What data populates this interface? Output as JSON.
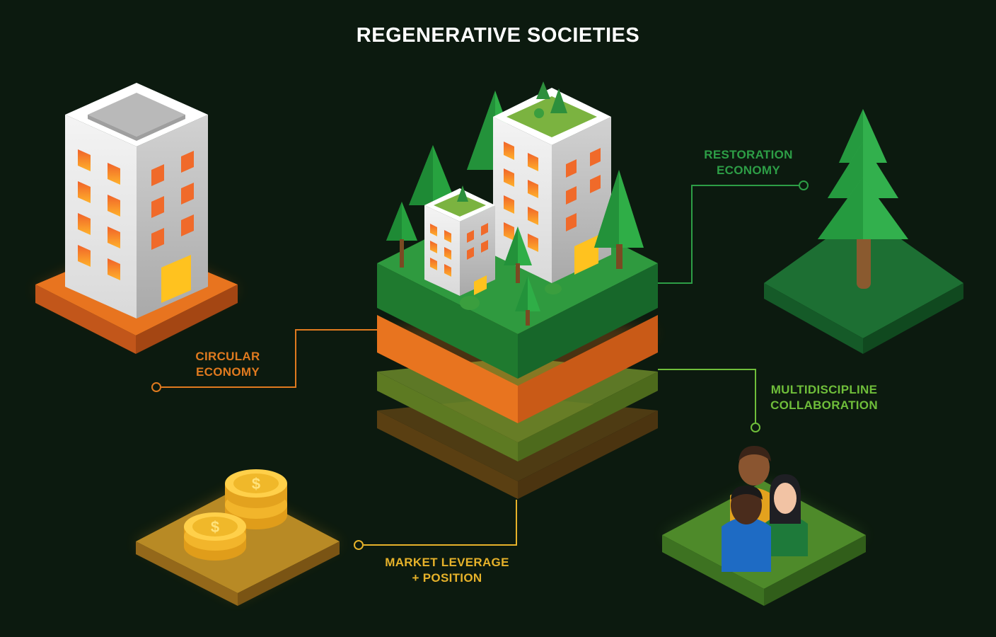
{
  "title": "REGENERATIVE SOCIETIES",
  "labels": {
    "restoration": [
      "RESTORATION",
      "ECONOMY"
    ],
    "circular": [
      "CIRCULAR",
      "ECONOMY"
    ],
    "multidiscipline": [
      "MULTIDISCIPLINE",
      "COLLABORATION"
    ],
    "market": [
      "MARKET LEVERAGE",
      "+ POSITION"
    ]
  },
  "coin_symbol": "$",
  "icons": [
    "building-icon",
    "layered-city-icon",
    "tree-icon",
    "coins-icon",
    "people-icon"
  ],
  "colors": {
    "background": "#0c1a0f",
    "restoration": "#2d9e46",
    "circular": "#e07a1f",
    "multidiscipline": "#6fbe3a",
    "market": "#e6b22a"
  }
}
